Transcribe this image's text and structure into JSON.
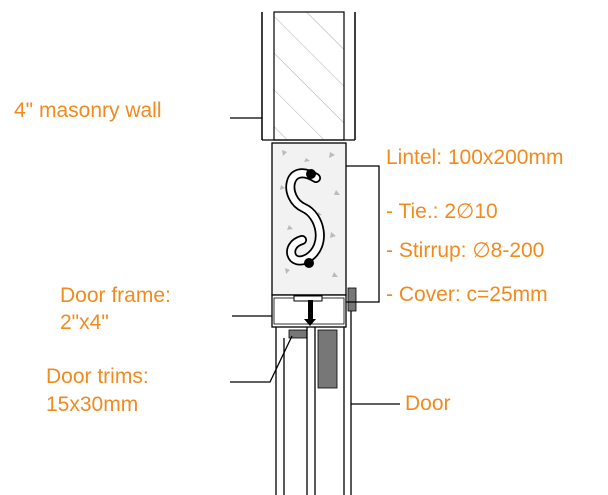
{
  "labels": {
    "masonry_wall": "4\" masonry wall",
    "lintel_title": "Lintel: 100x200mm",
    "tie": "- Tie.: 2∅10",
    "stirrup": "- Stirrup: ∅8-200",
    "cover": "- Cover: c=25mm",
    "door_frame_line1": "Door frame:",
    "door_frame_line2": "2\"x4\"",
    "door_trims_line1": "Door trims:",
    "door_trims_line2": "15x30mm",
    "door": "Door"
  },
  "colors": {
    "annotation": "#f28a1e",
    "line": "#000000",
    "door_leaf": "#777777",
    "concrete": "#f2f2f2"
  }
}
